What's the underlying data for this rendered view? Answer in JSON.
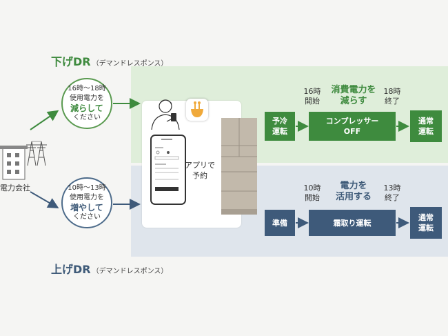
{
  "headers": {
    "down_title": "下げDR",
    "down_sub": "（デマンドレスポンス）",
    "up_title": "上げDR",
    "up_sub": "（デマンドレスポンス）"
  },
  "left": {
    "company_label": "電力会社",
    "down_circle": {
      "line1": "16時〜18時",
      "line2": "使用電力を",
      "line3": "減らして",
      "line4": "ください"
    },
    "up_circle": {
      "line1": "10時〜13時",
      "line2": "使用電力を",
      "line3": "増やして",
      "line4": "ください"
    }
  },
  "center": {
    "app_line1": "アプリで",
    "app_line2": "予約"
  },
  "down_flow": {
    "step1": [
      "予冷",
      "運転"
    ],
    "start_time": [
      "16時",
      "開始"
    ],
    "action": [
      "消費電力を",
      "減らす"
    ],
    "end_time": [
      "18時",
      "終了"
    ],
    "step2": [
      "コンプレッサー",
      "OFF"
    ],
    "step3": [
      "通常",
      "運転"
    ]
  },
  "up_flow": {
    "step1": "準備",
    "start_time": [
      "10時",
      "開始"
    ],
    "action": [
      "電力を",
      "活用する"
    ],
    "end_time": [
      "13時",
      "終了"
    ],
    "step2": "霜取り運転",
    "step3": [
      "通常",
      "運転"
    ]
  },
  "colors": {
    "green_band": "#dfeeda",
    "blue_band": "#dfe5ec",
    "green": "#3e8b3e",
    "navy": "#3e5a7a"
  }
}
